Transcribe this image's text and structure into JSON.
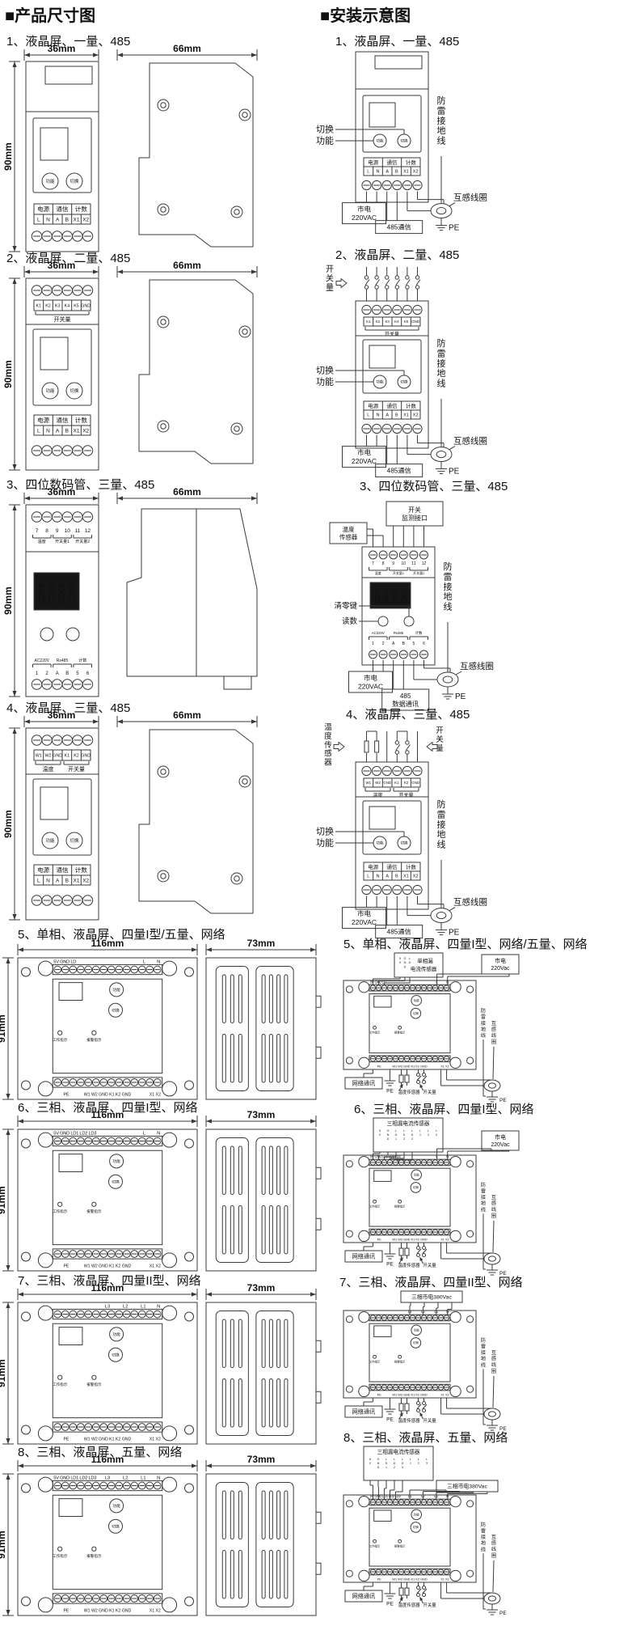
{
  "headers": {
    "left": "■产品尺寸图",
    "right": "■安装示意图"
  },
  "dims": {
    "w36": "36mm",
    "w66": "66mm",
    "h90": "90mm",
    "w116": "116mm",
    "w73": "73mm",
    "h91": "91mm"
  },
  "buttons": {
    "func": "功能",
    "toggle": "切换",
    "reset": "清零键",
    "read": "读数"
  },
  "terminals": {
    "groups_power": [
      "电源",
      "通信",
      "计数"
    ],
    "pins_power": [
      "L",
      "N",
      "A",
      "B",
      "X1",
      "X2"
    ],
    "pins_k": [
      "K1",
      "K2",
      "K3",
      "K4",
      "K5",
      "GND"
    ],
    "brace_k": "开关量",
    "pins_num": [
      "7",
      "8",
      "9",
      "10",
      "11",
      "12"
    ],
    "braces_num": [
      "温度",
      "开关量1",
      "开关量2"
    ],
    "groups_c": [
      "AC220V",
      "Rs485",
      "计数"
    ],
    "pins_c": [
      "1",
      "2",
      "A",
      "B",
      "5",
      "6"
    ],
    "pins_w": [
      "W1",
      "W2",
      "GND",
      "K1",
      "K2",
      "GND"
    ],
    "braces_w": [
      "温度",
      "开关量"
    ],
    "panel_top_left_1": "5V GND LD",
    "panel_top_left_3": "5V GND LD1 LD2 LD3",
    "panel_top_ln": [
      "L",
      "N"
    ],
    "panel_top_l3": [
      "L3",
      "L2",
      "L1",
      "N"
    ],
    "panel_bottom": [
      "PE",
      "W1 W2 GND K1 K2 GND",
      "X1 X2"
    ]
  },
  "panel": {
    "leds": [
      "工作指示",
      "报警指示"
    ],
    "display_7seg": "8.8.8.8"
  },
  "install": {
    "lightning": "防雷接地线",
    "ct": "互感线圈",
    "pe": "PE",
    "mains": [
      "市电",
      "220VAC"
    ],
    "mains2": [
      "市电",
      "220Vac"
    ],
    "mains3": "三相市电380Vac",
    "rs485": "485通信",
    "rs485_3": [
      "485",
      "数据通讯"
    ],
    "network": "网络通讯",
    "kswitch": "开关量",
    "tsensor": "温度传感器",
    "tsensor_lines": [
      "温度",
      "传感器"
    ],
    "kmonitor": [
      "开关",
      "监测接口"
    ],
    "sensor1": [
      "单相漏",
      "电流传感器"
    ],
    "sensor1_pins": [
      "5V",
      "GND",
      "LD"
    ],
    "sensor3": "三相漏电流传感器",
    "sensor3_pins": [
      "5V",
      "GND",
      "LD1",
      "LD2",
      "LD3",
      "L1",
      "L2",
      "L3"
    ]
  },
  "sections_left": [
    {
      "title": "1、液晶屏、一量、485"
    },
    {
      "title": "2、液晶屏、二量、485"
    },
    {
      "title": "3、四位数码管、三量、485"
    },
    {
      "title": "4、液晶屏、三量、485"
    },
    {
      "title": "5、单相、液晶屏、四量I型/五量、网络"
    },
    {
      "title": "6、三相、液晶屏、四量I型、网络"
    },
    {
      "title": "7、三相、液晶屏、四量II型、网络"
    },
    {
      "title": "8、三相、液晶屏、五量、网络"
    }
  ],
  "sections_right": [
    {
      "title": "1、液晶屏、一量、485"
    },
    {
      "title": "2、液晶屏、二量、485"
    },
    {
      "title": "3、四位数码管、三量、485"
    },
    {
      "title": "4、液晶屏、三量、485"
    },
    {
      "title": "5、单相、液晶屏、四量I型、网络/五量、网络"
    },
    {
      "title": "6、三相、液晶屏、四量I型、网络"
    },
    {
      "title": "7、三相、液晶屏、四量II型、网络"
    },
    {
      "title": "8、三相、液晶屏、五量、网络"
    }
  ]
}
